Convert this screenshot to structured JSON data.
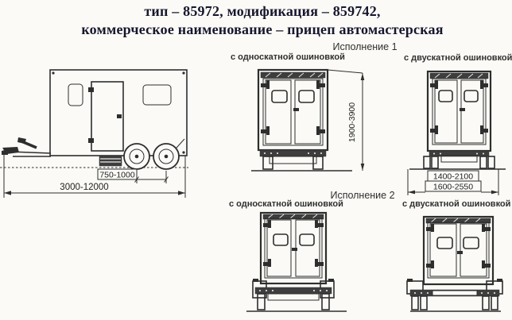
{
  "title": {
    "line1": "тип – 85972, модификация – 859742,",
    "line2": "коммерческое наименование – прицеп автомастерская"
  },
  "variant1": {
    "heading": "Исполнение 1",
    "single_tire_label": "с односкатной ошиновкой",
    "dual_tire_label": "с двускатной ошиновкой"
  },
  "variant2": {
    "heading": "Исполнение 2",
    "single_tire_label": "с односкатной ошиновкой",
    "dual_tire_label": "с двускатной ошиновкой"
  },
  "side_view": {
    "wheelbase_mm": "750-1000",
    "overall_length_mm": "3000-12000"
  },
  "rear_view": {
    "overall_height_mm": "1900-3900",
    "track_width_mm": "1400-2100",
    "overall_width_mm": "1600-2550"
  },
  "colors": {
    "ink": "#2e2e2e",
    "title_ink": "#16162e",
    "paper": "#fbfaf6"
  }
}
